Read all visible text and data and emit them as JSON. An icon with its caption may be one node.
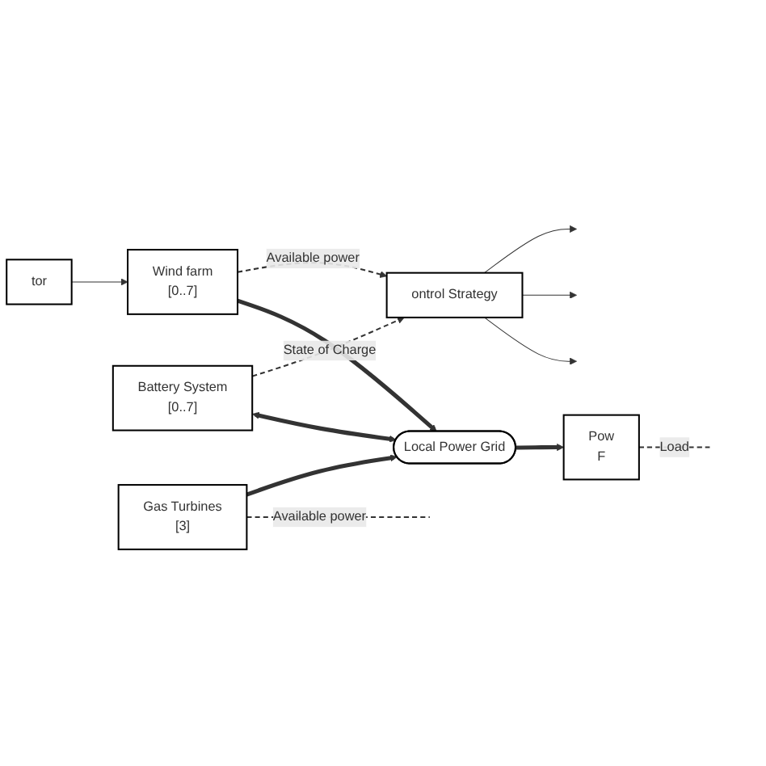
{
  "diagram": {
    "nodes": [
      {
        "text": [
          "tor"
        ]
      },
      {
        "text": [
          "Wind farm",
          "[0..7]"
        ]
      },
      {
        "text": [
          "ontrol Strategy"
        ]
      },
      {
        "text": [
          "Battery System",
          "[0..7]"
        ]
      },
      {
        "text": [
          "Local Power Grid"
        ]
      },
      {
        "text": [
          "Gas Turbines",
          "[3]"
        ]
      },
      {
        "text": [
          "Pow",
          "F"
        ]
      }
    ],
    "edges": [
      {
        "from": 0,
        "to": 1,
        "arrow": "to"
      },
      {
        "from": 1,
        "to": 2,
        "arrow": "to",
        "label": "Available power",
        "style": "dashed"
      },
      {
        "from": 3,
        "to": 2,
        "arrow": "to",
        "label": "State of Charge",
        "style": "dashed"
      },
      {
        "from": 2,
        "to": null,
        "arrow": "to"
      },
      {
        "from": 2,
        "to": null,
        "arrow": "to"
      },
      {
        "from": 2,
        "to": null,
        "arrow": "to"
      },
      {
        "from": 1,
        "to": 4,
        "arrow": "to",
        "style": "thick"
      },
      {
        "from": 3,
        "to": 4,
        "arrow": "both",
        "style": "thick"
      },
      {
        "from": 5,
        "to": 4,
        "arrow": "to",
        "style": "thick"
      },
      {
        "from": 5,
        "to": null,
        "arrow": "none",
        "label": "Available  power",
        "style": "dashed"
      },
      {
        "from": 4,
        "to": 6,
        "arrow": "to",
        "style": "thick"
      },
      {
        "from": 6,
        "to": null,
        "arrow": "none",
        "label": "Load",
        "style": "dashed"
      }
    ]
  }
}
